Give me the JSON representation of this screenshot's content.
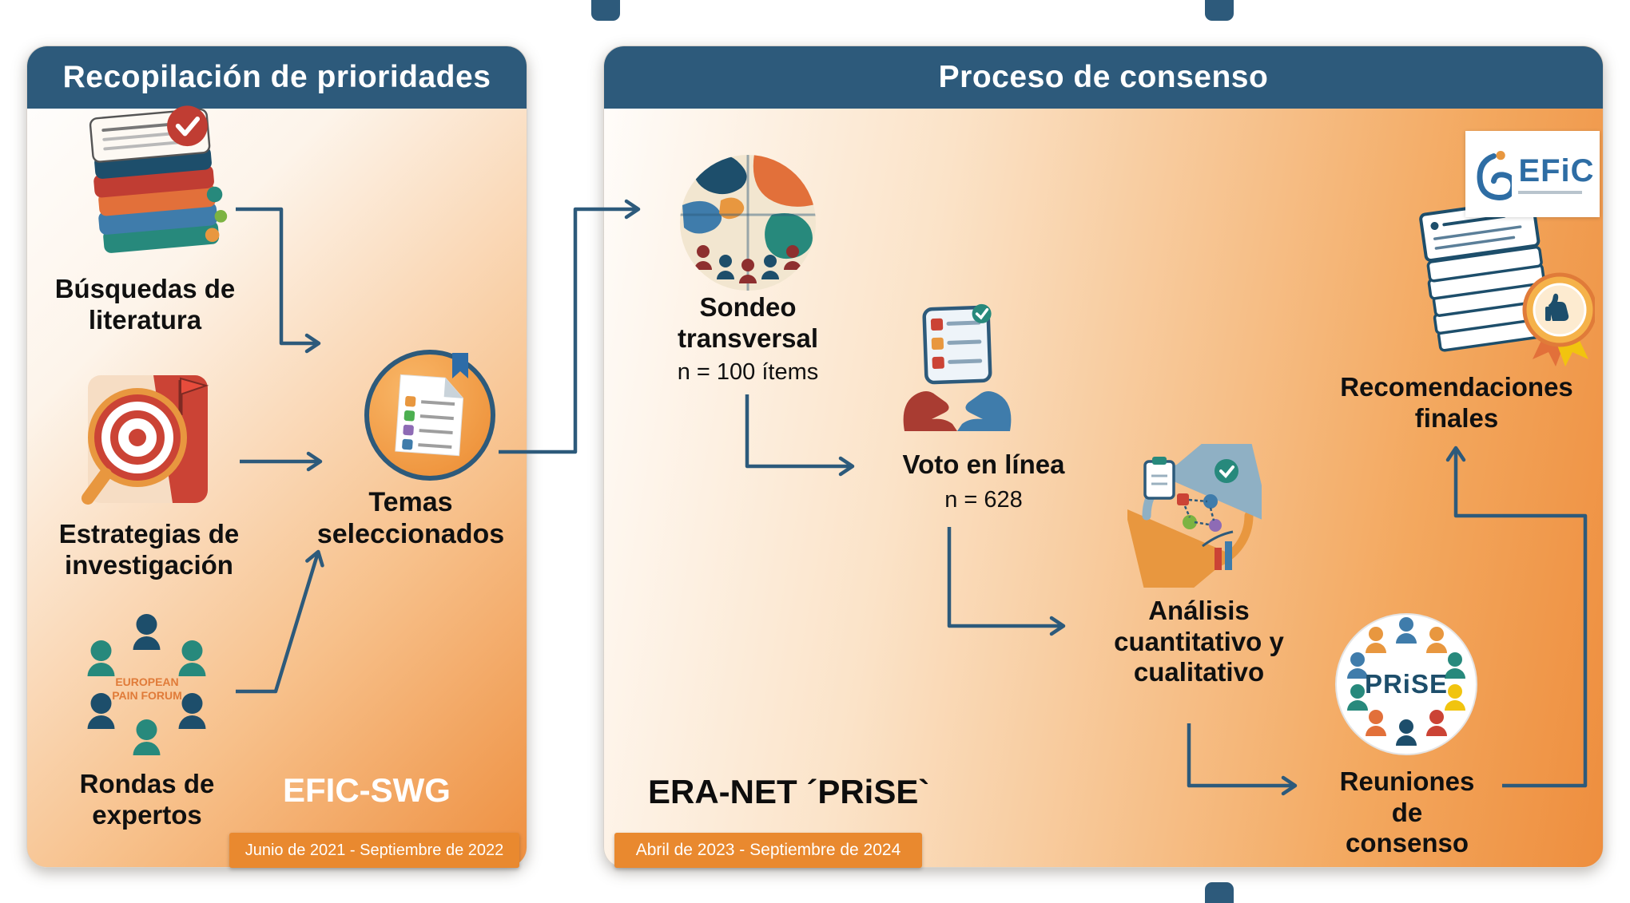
{
  "colors": {
    "header_bg": "#2d5a7b",
    "panel_orange": "#ee8f3f",
    "badge_bg": "#e9892f",
    "arrow": "#2d5a7b",
    "efic_blue": "#2e6da4",
    "forum_text_orange": "#e07b39"
  },
  "left_panel": {
    "title": "Recopilación de prioridades",
    "sources": [
      {
        "label": "Búsquedas de literatura",
        "icon": "literature-search-icon"
      },
      {
        "label": "Estrategias de investigación",
        "icon": "research-strategy-icon"
      },
      {
        "label": "Rondas de expertos",
        "icon": "expert-forum-icon"
      }
    ],
    "forum_logo_text": "EUROPEAN PAIN FORUM",
    "output_label": "Temas seleccionados",
    "group_label": "EFIC-SWG",
    "date_badge": "Junio de 2021 - Septiembre de 2022"
  },
  "right_panel": {
    "title": "Proceso de consenso",
    "steps": [
      {
        "label": "Sondeo transversal",
        "detail": "n = 100 ítems",
        "icon": "survey-globe-icon"
      },
      {
        "label": "Voto en línea",
        "detail": "n = 628",
        "icon": "online-vote-icon"
      },
      {
        "label": "Análisis cuantitativo y cualitativo",
        "icon": "analysis-icon"
      },
      {
        "label": "Reuniones de consenso",
        "icon": "prise-logo-icon"
      },
      {
        "label": "Recomendaciones finales",
        "icon": "recommendations-icon"
      }
    ],
    "prise_logo_text": "PRiSE",
    "efic_logo_text": "EFiC",
    "group_label": "ERA-NET ´PRiSE`",
    "date_badge": "Abril de 2023 - Septiembre de 2024"
  }
}
